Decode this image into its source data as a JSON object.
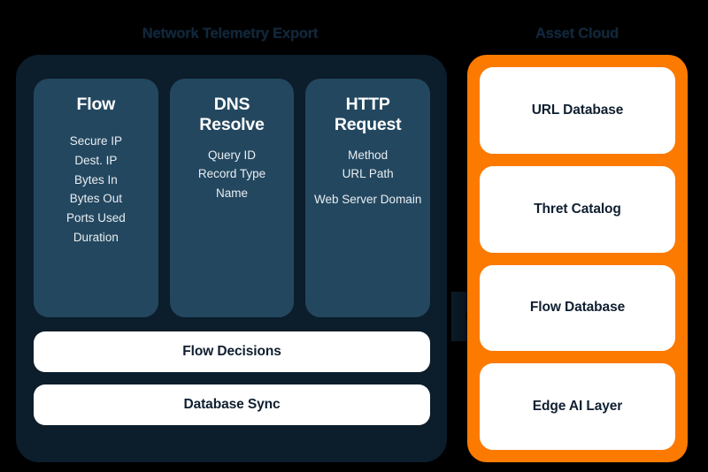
{
  "diagram": {
    "background_color": "#000000",
    "left_panel": {
      "title": "Network Telemetry Export",
      "panel_color": "#0c1d2b",
      "card_color": "#23475f",
      "cards": [
        {
          "heading": "Flow",
          "heading_lines": [
            "Flow"
          ],
          "items": [
            "Secure IP",
            "Dest. IP",
            "Bytes In",
            "Bytes Out",
            "Ports Used",
            "Duration"
          ]
        },
        {
          "heading": "DNS Resolve",
          "heading_lines": [
            "DNS",
            "Resolve"
          ],
          "items": [
            "Query ID",
            "Record Type",
            "Name"
          ]
        },
        {
          "heading": "HTTP Request",
          "heading_lines": [
            "HTTP",
            "Request"
          ],
          "items": [
            "Method",
            "URL Path",
            "Web Server Domain"
          ]
        }
      ],
      "bars": [
        "Flow Decisions",
        "Database Sync"
      ]
    },
    "arrow": {
      "name": "right-arrow",
      "color": "#0c1d2b",
      "direction": "right"
    },
    "right_panel": {
      "title": "Asset Cloud",
      "panel_color": "#fc7a00",
      "card_color": "#ffffff",
      "cards": [
        "URL Database",
        "Thret Catalog",
        "Flow Database",
        "Edge AI Layer"
      ]
    }
  }
}
